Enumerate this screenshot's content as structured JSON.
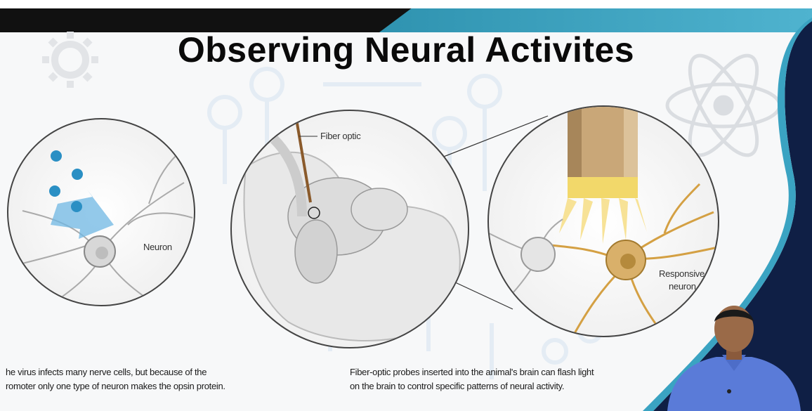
{
  "slide": {
    "title": "Observing Neural Activites",
    "labels": {
      "neuron": "Neuron",
      "fiber_optic": "Fiber optic",
      "responsive_neuron_line1": "Responsive",
      "responsive_neuron_line2": "neuron"
    },
    "captions": {
      "left_line1": "he virus infects many nerve cells, but because of the",
      "left_line2": "romoter only one type of neuron makes the opsin protein.",
      "right_line1": "Fiber-optic probes inserted into the animal's brain can flash light",
      "right_line2": "on the brain to control specific patterns of neural activity."
    }
  },
  "colors": {
    "navy": "#0f1f45",
    "accent_blue": "#3aa3c2",
    "dark_bar": "#111111",
    "gold": "#d4a043",
    "virus_blue": "#2a8fc4"
  },
  "icons": [
    "gear-icon",
    "atom-icon",
    "circuit-icon",
    "virus-icon",
    "arrow-icon"
  ]
}
